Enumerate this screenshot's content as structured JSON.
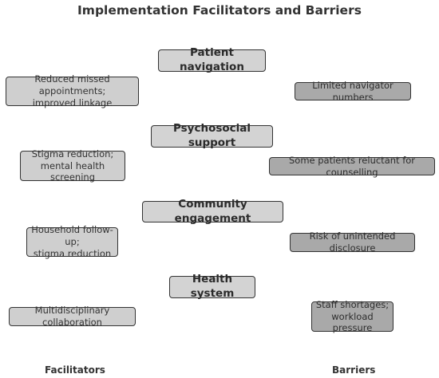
{
  "title": "Implementation Facilitators and Barriers",
  "categories": [
    {
      "name": "Patient navigation",
      "facilitator": "Reduced missed appointments;\nimproved linkage",
      "barrier": "Limited navigator numbers"
    },
    {
      "name": "Psychosocial support",
      "facilitator": "Stigma reduction;\nmental health screening",
      "barrier": "Some patients reluctant for counselling"
    },
    {
      "name": "Community engagement",
      "facilitator": "Household follow-up;\nstigma reduction",
      "barrier": "Risk of unintended disclosure"
    },
    {
      "name": "Health system",
      "facilitator": "Multidisciplinary collaboration",
      "barrier": "Staff shortages;\nworkload pressure"
    }
  ],
  "columns": {
    "facilitators": "Facilitators",
    "barriers": "Barriers"
  },
  "colors": {
    "category_fill": "#d3d3d3",
    "facilitator_fill": "#cfcfcf",
    "barrier_fill": "#a9a9a9",
    "border": "#333333"
  }
}
